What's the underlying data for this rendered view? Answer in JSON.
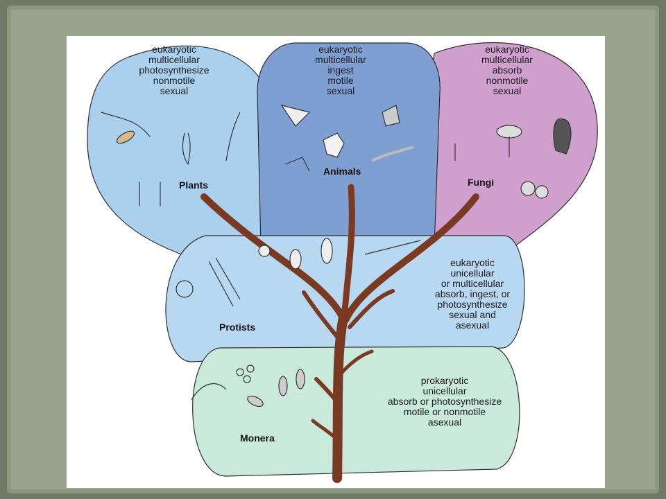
{
  "kingdoms": {
    "plants": {
      "name": "Plants",
      "traits": [
        "eukaryotic",
        "multicellular",
        "photosynthesize",
        "nonmotile",
        "sexual"
      ],
      "color": "#aad0ee"
    },
    "animals": {
      "name": "Animals",
      "traits": [
        "eukaryotic",
        "multicellular",
        "ingest",
        "motile",
        "sexual"
      ],
      "color": "#7f9fd2"
    },
    "fungi": {
      "name": "Fungi",
      "traits": [
        "eukaryotic",
        "multicellular",
        "absorb",
        "nonmotile",
        "sexual"
      ],
      "color": "#cf9fce"
    },
    "protists": {
      "name": "Protists",
      "traits": [
        "eukaryotic",
        "unicellular",
        "or multicellular",
        "absorb, ingest, or",
        "photosynthesize",
        "sexual and",
        "asexual"
      ],
      "color": "#b7d8f0"
    },
    "monera": {
      "name": "Monera",
      "traits": [
        "prokaryotic",
        "unicellular",
        "absorb or photosynthesize",
        "motile or nonmotile",
        "asexual"
      ],
      "color": "#c9e9dd"
    }
  },
  "colors": {
    "frame": "#7a8570",
    "slide": "#ffffff",
    "trunk": "#7a3a22"
  }
}
